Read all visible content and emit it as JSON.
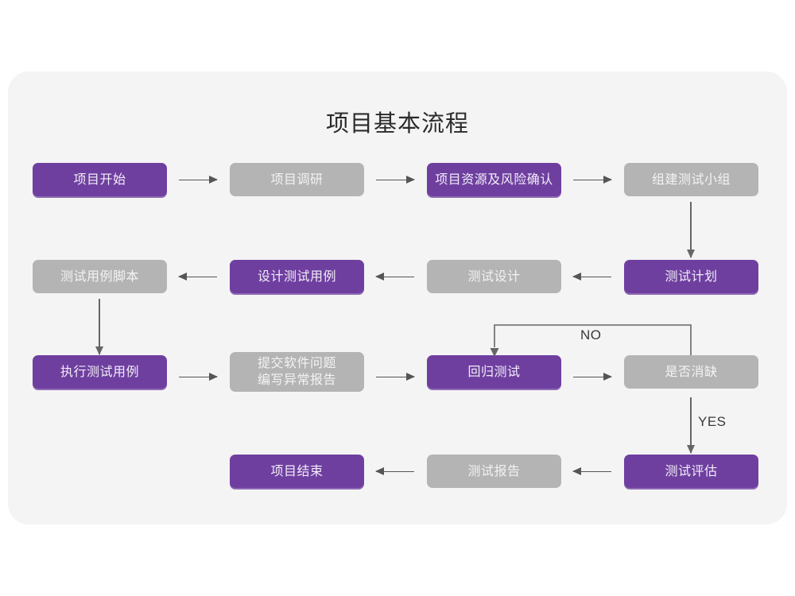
{
  "page": {
    "title": "项目基本流程",
    "background_color": "#ffffff",
    "panel_color": "#f4f4f4",
    "purple": "#6f3fa0",
    "gray": "#b4b4b4",
    "arrow_color": "#555555"
  },
  "flow": {
    "rows": [
      {
        "row_id": "row-1",
        "nodes": [
          {
            "id": "project-start",
            "label": "项目开始",
            "style": "purple"
          },
          {
            "id": "project-research",
            "label": "项目调研",
            "style": "gray"
          },
          {
            "id": "resource-risk-confirm",
            "label": "项目资源及风险确认",
            "style": "purple"
          },
          {
            "id": "form-test-team",
            "label": "组建测试小组",
            "style": "gray"
          }
        ]
      },
      {
        "row_id": "row-2",
        "nodes": [
          {
            "id": "test-case-script",
            "label": "测试用例脚本",
            "style": "gray"
          },
          {
            "id": "design-test-case",
            "label": "设计测试用例",
            "style": "purple"
          },
          {
            "id": "test-design",
            "label": "测试设计",
            "style": "gray"
          },
          {
            "id": "test-plan",
            "label": "测试计划",
            "style": "purple"
          }
        ]
      },
      {
        "row_id": "row-3",
        "nodes": [
          {
            "id": "execute-test-case",
            "label": "执行测试用例",
            "style": "purple"
          },
          {
            "id": "submit-issue-report",
            "label": "提交软件问题\n编写异常报告",
            "style": "gray"
          },
          {
            "id": "regression-test",
            "label": "回归测试",
            "style": "purple"
          },
          {
            "id": "defect-cleared",
            "label": "是否消缺",
            "style": "gray"
          }
        ]
      },
      {
        "row_id": "row-4",
        "nodes": [
          {
            "id": "project-end",
            "label": "项目结束",
            "style": "purple"
          },
          {
            "id": "test-report",
            "label": "测试报告",
            "style": "gray"
          },
          {
            "id": "test-evaluation",
            "label": "测试评估",
            "style": "purple"
          }
        ]
      }
    ],
    "decision_labels": {
      "no": "NO",
      "yes": "YES"
    }
  }
}
